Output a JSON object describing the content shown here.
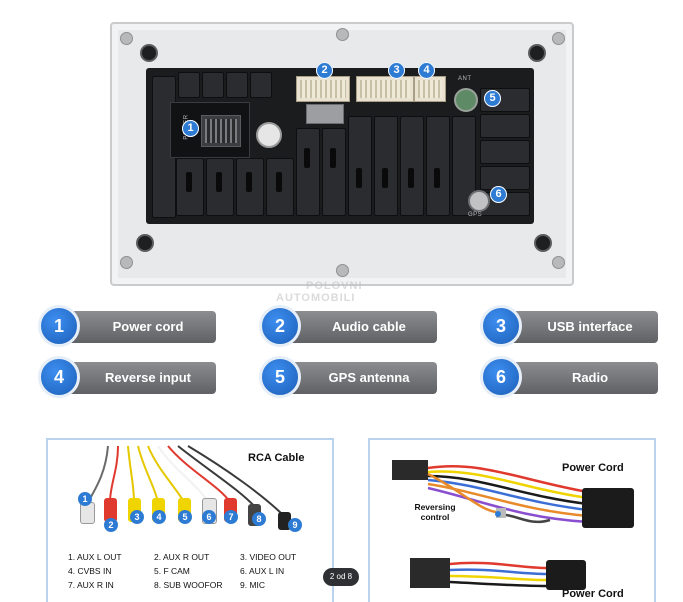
{
  "connector_labels": [
    {
      "num": "1",
      "label": "Power cord"
    },
    {
      "num": "2",
      "label": "Audio cable"
    },
    {
      "num": "3",
      "label": "USB interface"
    },
    {
      "num": "4",
      "label": "Reverse input"
    },
    {
      "num": "5",
      "label": "GPS antenna"
    },
    {
      "num": "6",
      "label": "Radio"
    }
  ],
  "device_badges": [
    "1",
    "2",
    "3",
    "4",
    "5",
    "6"
  ],
  "device_text": {
    "power": "POWER",
    "ant": "ANT",
    "gps": "GPS"
  },
  "rca_panel": {
    "title": "RCA Cable",
    "port_numbers": [
      "1",
      "2",
      "3",
      "4",
      "5",
      "6",
      "7",
      "8",
      "9"
    ],
    "ports": [
      "1. AUX L OUT",
      "2. AUX R OUT",
      "3. VIDEO OUT",
      "4. CVBS IN",
      "5. F CAM",
      "6. AUX L IN",
      "7. AUX R IN",
      "8. SUB WOOFOR",
      "9. MIC"
    ]
  },
  "power_panel": {
    "title_top": "Power Cord",
    "reversing_label": "Reversing control",
    "title_bottom": "Power Cord"
  },
  "watermark": {
    "line1": "POLOVNI",
    "line2": "AUTOMOBILI"
  },
  "pager": "2 od 8",
  "colors": {
    "accent": "#2e7bd4",
    "pill": "#727477",
    "panel_border": "#b9d3ee"
  }
}
